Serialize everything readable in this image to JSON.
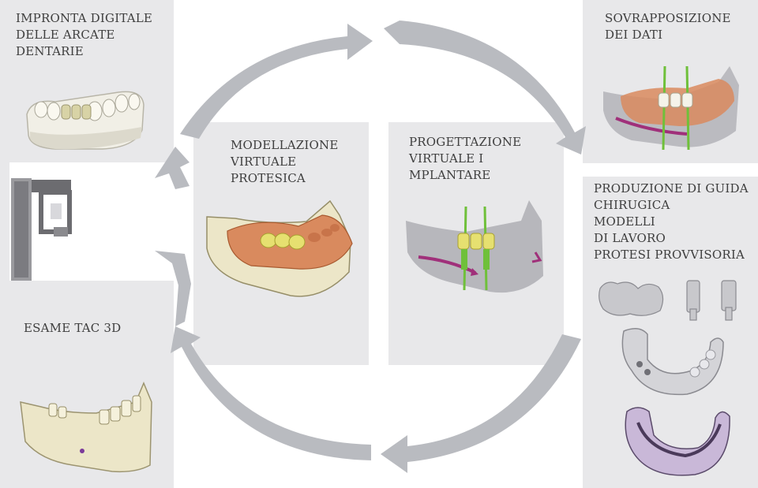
{
  "steps": {
    "impronta": [
      "IMPRONTA DIGITALE",
      "DELLE ARCATE",
      "DENTARIE"
    ],
    "esame": [
      "ESAME TAC 3D"
    ],
    "modellazione": [
      "MODELLAZIONE",
      "VIRTUALE",
      "PROTESICA"
    ],
    "progettazione": [
      "PROGETTAZIONE",
      "VIRTUALE I",
      "MPLANTARE"
    ],
    "sovrapposizione": [
      "SOVRAPPOSIZIONE",
      "DEI DATI"
    ],
    "produzione": [
      "PRODUZIONE DI GUIDA",
      "CHIRUGICA",
      "MODELLI",
      "DI LAVORO",
      "PROTESI PROVVISORIA"
    ]
  },
  "colors": {
    "panel": "#e8e8ea",
    "arrow": "#b9bbc0",
    "text": "#3e3e3e",
    "plaster": "#f1efe6",
    "bone": "#ece6c8",
    "gum": "#d98a5e",
    "crown_yellow": "#e6e070",
    "implant_green": "#6fc03a",
    "nerve_purple": "#a0307a",
    "guide_gray": "#c8c8cc",
    "guide_violet": "#c9b8d8"
  },
  "icons": [
    "cycle-arrows",
    "dental-cast-icon",
    "ct-scanner-icon",
    "mandible-icon",
    "implant-icon",
    "surgical-guide-icon"
  ]
}
